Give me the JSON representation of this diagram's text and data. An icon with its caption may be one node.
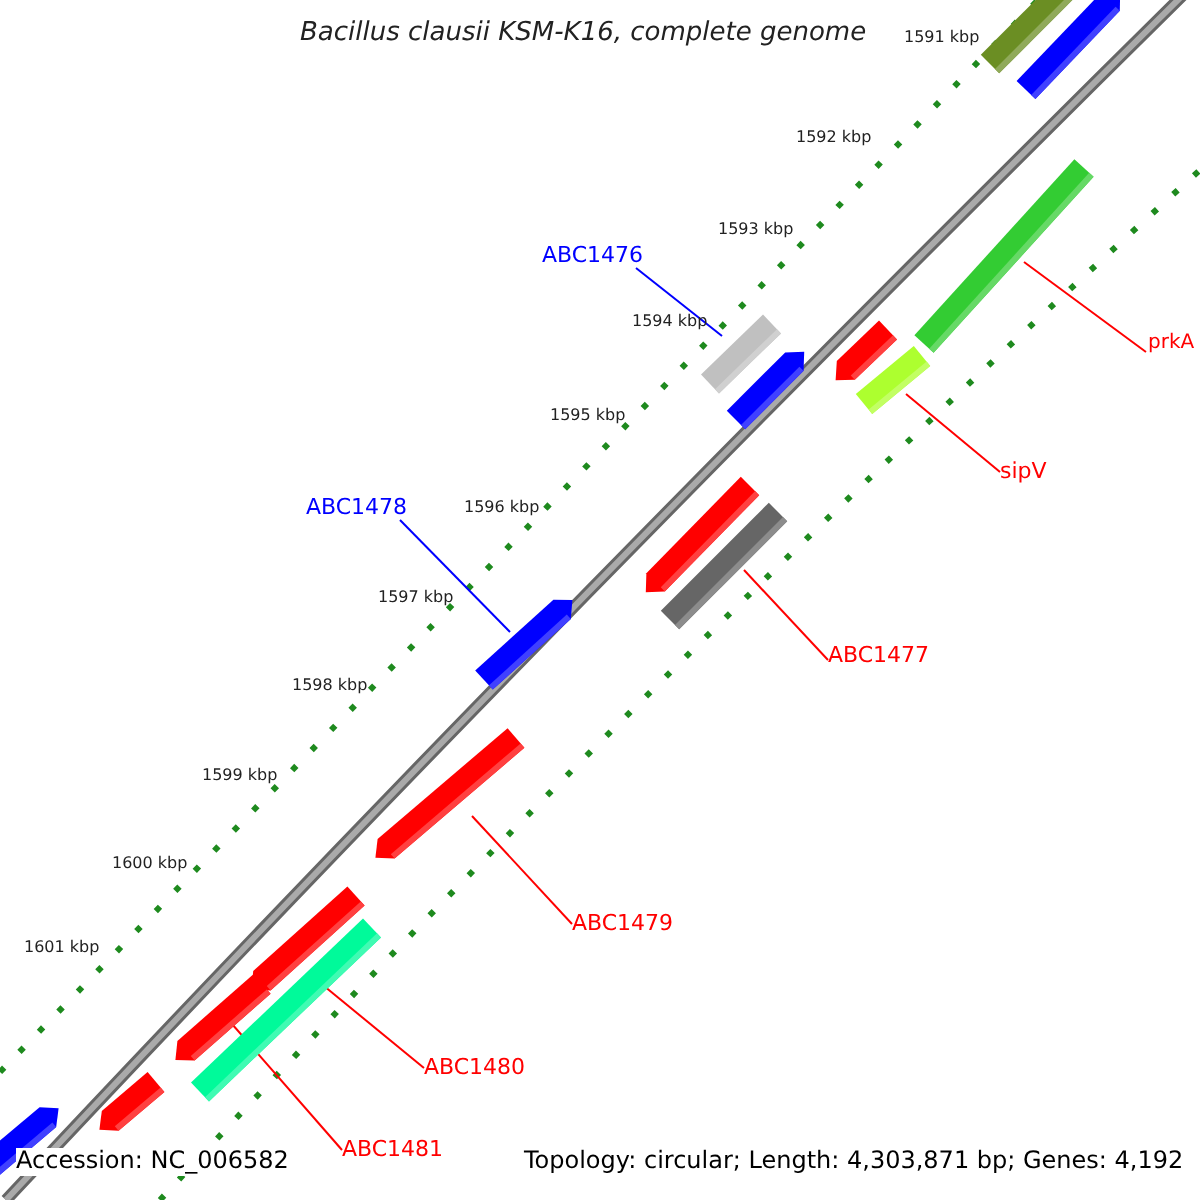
{
  "diagram": {
    "title": "Bacillus clausii KSM-K16, complete genome",
    "nodes": [
      {
        "text": [
          "ABC1476"
        ]
      },
      {
        "text": [],
        "shape": "bar"
      },
      {
        "text": [
          "ABC1478"
        ]
      },
      {
        "text": [],
        "shape": "bar"
      },
      {
        "text": [
          "prkA"
        ]
      },
      {
        "text": [],
        "shape": "bar"
      },
      {
        "text": [
          "sipV"
        ]
      },
      {
        "text": [],
        "shape": "bar"
      },
      {
        "text": [
          "ABC1477"
        ]
      },
      {
        "text": [],
        "shape": "bar"
      },
      {
        "text": [
          "ABC1479"
        ]
      },
      {
        "text": [],
        "shape": "bar"
      },
      {
        "text": [
          "ABC1480"
        ]
      },
      {
        "text": [],
        "shape": "bar"
      },
      {
        "text": [
          "ABC1481"
        ]
      },
      {
        "text": [],
        "shape": "bar"
      }
    ],
    "edges": [
      {
        "from": 0,
        "to": 1,
        "arrow": "none",
        "color": "#0000ff"
      },
      {
        "from": 2,
        "to": 3,
        "arrow": "none",
        "color": "#0000ff"
      },
      {
        "from": 4,
        "to": 5,
        "arrow": "none"
      },
      {
        "from": 6,
        "to": 7,
        "arrow": "none"
      },
      {
        "from": 8,
        "to": 9,
        "arrow": "none"
      },
      {
        "from": 10,
        "to": 11,
        "arrow": "none"
      },
      {
        "from": 12,
        "to": 13,
        "arrow": "none"
      },
      {
        "from": 14,
        "to": 15,
        "arrow": "none"
      }
    ],
    "labels": [
      "1591 kbp",
      "1592 kbp",
      "1593 kbp",
      "1594 kbp",
      "1595 kbp",
      "1596 kbp",
      "1597 kbp",
      "1598 kbp",
      "1599 kbp",
      "1600 kbp",
      "1601 kbp",
      "Accession: NC_006582",
      "Topology: circular; Length: 4,303,871 bp; Genes: 4,192"
    ]
  }
}
